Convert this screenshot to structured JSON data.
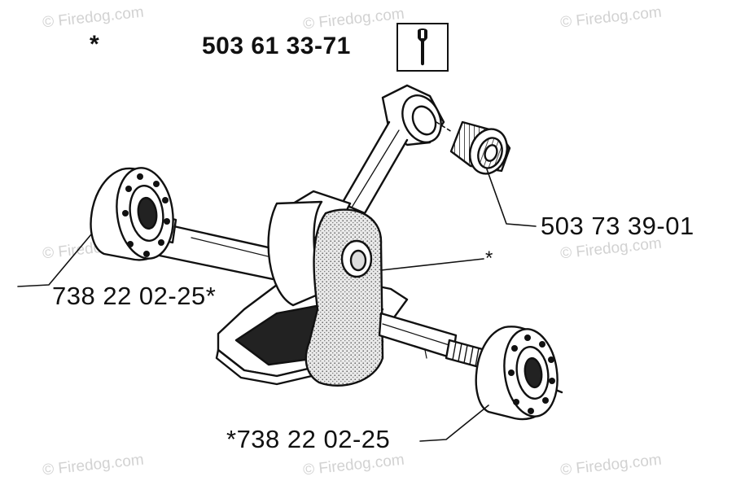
{
  "title": {
    "asterisk": "*",
    "tool_part_number": "503 61 33-71",
    "tool_icon": "wrench-icon"
  },
  "callouts": {
    "needle_bearing": "503 73 39-01",
    "left_bearing": "738 22 02-25*",
    "right_bearing": "*738 22 02-25",
    "crank_asterisk": "*"
  },
  "watermark": {
    "text": "© Firedog.com"
  },
  "colors": {
    "ink": "#111111",
    "watermark": "#d2d2d2"
  }
}
